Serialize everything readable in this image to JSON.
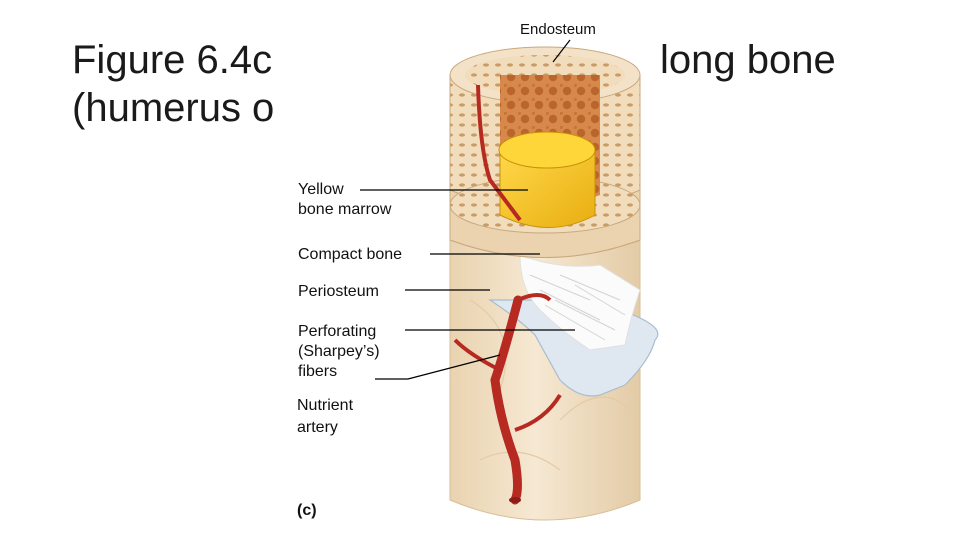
{
  "title": {
    "line1_left": "Figure 6.4c",
    "line1_right": "long bone",
    "line2_left": "(humerus o"
  },
  "labels": {
    "endosteum": "Endosteum",
    "yellow_marrow_1": "Yellow",
    "yellow_marrow_2": "bone marrow",
    "compact_bone": "Compact bone",
    "periosteum": "Periosteum",
    "perforating_1": "Perforating",
    "perforating_2": "(Sharpey’s)",
    "perforating_3": "fibers",
    "nutrient_1": "Nutrient",
    "nutrient_2": "artery",
    "panel": "(c)"
  },
  "colors": {
    "bone": "#f3e2c7",
    "bone_shadow": "#e2c9a4",
    "spongy": "#d9894a",
    "marrow": "#f5c518",
    "artery": "#b72a22",
    "periosteum": "#dbe6f0",
    "fibers": "#ffffff"
  }
}
